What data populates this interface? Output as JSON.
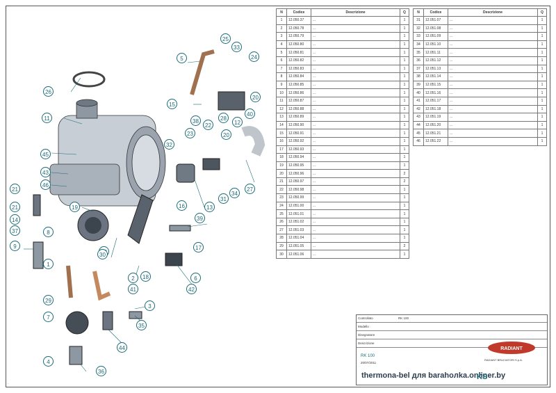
{
  "diagram": {
    "callouts": [
      "25",
      "5",
      "33",
      "24",
      "26",
      "15",
      "20",
      "22",
      "28",
      "12",
      "40",
      "11",
      "27",
      "20",
      "23",
      "45",
      "32",
      "43",
      "46",
      "34",
      "21",
      "21",
      "14",
      "37",
      "9",
      "10",
      "39",
      "31",
      "13",
      "16",
      "17",
      "8",
      "30",
      "1",
      "18",
      "6",
      "42",
      "7",
      "3",
      "41",
      "2",
      "29",
      "44",
      "35",
      "4",
      "36",
      "19",
      "38"
    ]
  },
  "table_left": {
    "headers": [
      "N",
      "Codice",
      "Descrizione",
      "Q"
    ],
    "rows": [
      [
        "1",
        "12.050.37",
        "...",
        "1"
      ],
      [
        "2",
        "12.050.78",
        "...",
        "1"
      ],
      [
        "3",
        "12.050.79",
        "...",
        "1"
      ],
      [
        "4",
        "12.050.80",
        "...",
        "1"
      ],
      [
        "5",
        "12.050.81",
        "...",
        "1"
      ],
      [
        "6",
        "12.050.82",
        "...",
        "1"
      ],
      [
        "7",
        "12.050.83",
        "...",
        "1"
      ],
      [
        "8",
        "12.050.84",
        "...",
        "1"
      ],
      [
        "9",
        "12.050.85",
        "...",
        "1"
      ],
      [
        "10",
        "12.050.86",
        "...",
        "1"
      ],
      [
        "11",
        "12.050.87",
        "...",
        "1"
      ],
      [
        "12",
        "12.050.88",
        "...",
        "1"
      ],
      [
        "13",
        "12.050.89",
        "...",
        "1"
      ],
      [
        "14",
        "12.050.90",
        "...",
        "1"
      ],
      [
        "15",
        "12.050.91",
        "...",
        "1"
      ],
      [
        "16",
        "12.050.92",
        "...",
        "1"
      ],
      [
        "17",
        "12.050.93",
        "...",
        "1"
      ],
      [
        "18",
        "12.050.94",
        "...",
        "1"
      ],
      [
        "19",
        "12.050.95",
        "...",
        "1"
      ],
      [
        "20",
        "12.050.96",
        "...",
        "2"
      ],
      [
        "21",
        "12.050.97",
        "...",
        "2"
      ],
      [
        "22",
        "12.050.98",
        "...",
        "1"
      ],
      [
        "23",
        "12.050.99",
        "...",
        "1"
      ],
      [
        "24",
        "12.051.00",
        "...",
        "1"
      ],
      [
        "25",
        "12.051.01",
        "...",
        "1"
      ],
      [
        "26",
        "12.051.02",
        "...",
        "1"
      ],
      [
        "27",
        "12.051.03",
        "...",
        "1"
      ],
      [
        "28",
        "12.051.04",
        "...",
        "1"
      ],
      [
        "29",
        "12.051.05",
        "...",
        "2"
      ],
      [
        "30",
        "12.051.06",
        "...",
        "1"
      ]
    ]
  },
  "table_right": {
    "headers": [
      "N",
      "Codice",
      "Descrizione",
      "Q"
    ],
    "rows": [
      [
        "31",
        "12.051.07",
        "...",
        "1"
      ],
      [
        "32",
        "12.051.08",
        "...",
        "1"
      ],
      [
        "33",
        "12.051.09",
        "...",
        "1"
      ],
      [
        "34",
        "12.051.10",
        "...",
        "1"
      ],
      [
        "35",
        "12.051.11",
        "...",
        "1"
      ],
      [
        "36",
        "12.051.12",
        "...",
        "1"
      ],
      [
        "37",
        "12.051.13",
        "...",
        "1"
      ],
      [
        "38",
        "12.051.14",
        "...",
        "1"
      ],
      [
        "39",
        "12.051.15",
        "...",
        "1"
      ],
      [
        "40",
        "12.051.16",
        "...",
        "1"
      ],
      [
        "41",
        "12.051.17",
        "...",
        "1"
      ],
      [
        "42",
        "12.051.18",
        "...",
        "1"
      ],
      [
        "43",
        "12.051.19",
        "...",
        "1"
      ],
      [
        "44",
        "12.051.20",
        "...",
        "1"
      ],
      [
        "45",
        "12.051.21",
        "...",
        "1"
      ],
      [
        "46",
        "12.051.22",
        "...",
        "1"
      ]
    ]
  },
  "title_block": {
    "rows": [
      [
        "Controllato",
        "RK 100"
      ],
      [
        "Modello",
        ""
      ],
      [
        "Disegnatore",
        ""
      ],
      [
        "Descrizione",
        ""
      ]
    ],
    "code": "RK 100",
    "date": "20/07/2011",
    "company": "RADIANT BRUCIATORI S.p.A."
  },
  "logo_text": "RADIANT",
  "watermark": "thermona-bel для barahoлka.onliner.by",
  "part_number": "KS",
  "footer_text": "..."
}
